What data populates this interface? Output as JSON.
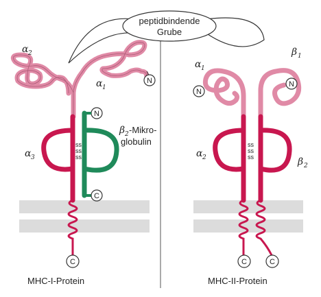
{
  "groove_label": {
    "line1": "peptidbindende",
    "line2": "Grube"
  },
  "mhc1": {
    "alpha1": {
      "greek": "α",
      "sub": "1"
    },
    "alpha2": {
      "greek": "α",
      "sub": "2"
    },
    "alpha3": {
      "greek": "α",
      "sub": "3"
    },
    "beta2m": {
      "greek": "β",
      "sub": "2",
      "line1_rest": "-Mikro-",
      "line2": "globulin"
    },
    "n_term_alpha": "N",
    "n_term_b2m": "N",
    "c_term_b2m": "C",
    "c_term_chain": "C",
    "caption": "MHC-I-Protein"
  },
  "mhc2": {
    "alpha1": {
      "greek": "α",
      "sub": "1"
    },
    "alpha2": {
      "greek": "α",
      "sub": "2"
    },
    "beta1": {
      "greek": "β",
      "sub": "1"
    },
    "beta2": {
      "greek": "β",
      "sub": "2"
    },
    "n_term_alpha": "N",
    "n_term_beta": "N",
    "c_term_alpha": "C",
    "c_term_beta": "C",
    "caption": "MHC-II-Protein"
  },
  "disulfide_symbol": "ss",
  "colors": {
    "domain_dark": "#c8174f",
    "domain_light": "#e08aa6",
    "beta2m": "#1f8a5a",
    "membrane": "#dcdcdc",
    "outline": "#333333"
  }
}
